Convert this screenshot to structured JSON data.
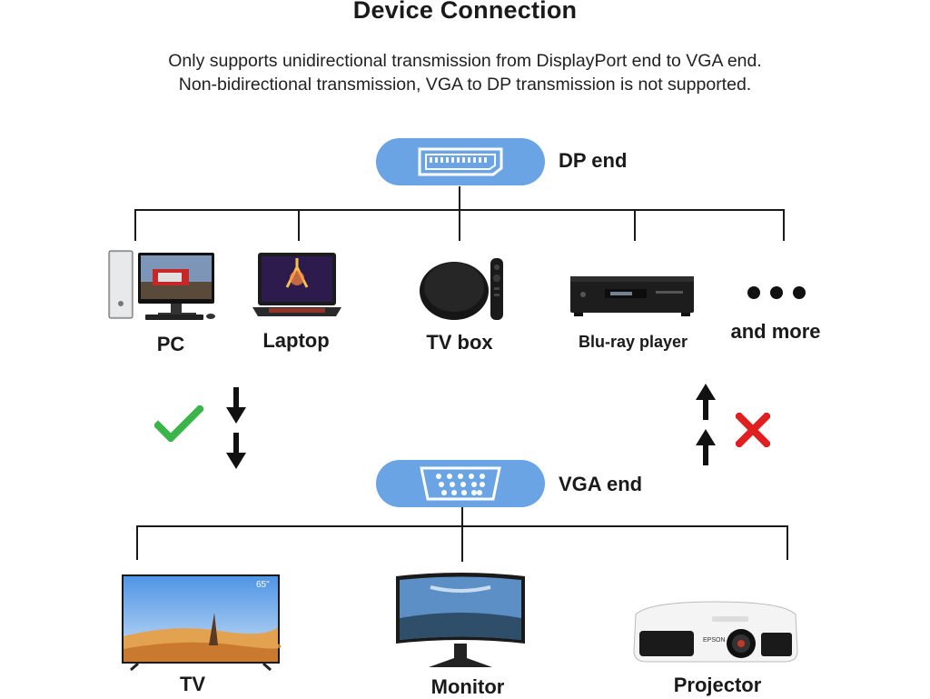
{
  "header": {
    "title": "Device Connection",
    "subtitle_line1": "Only supports unidirectional transmission from DisplayPort end to VGA end.",
    "subtitle_line2": "Non-bidirectional transmission, VGA to DP transmission is not supported."
  },
  "dp_end": {
    "label": "DP end",
    "icon": "displayport-connector-icon"
  },
  "vga_end": {
    "label": "VGA end",
    "icon": "vga-connector-icon"
  },
  "source_devices": [
    {
      "label": "PC",
      "icon": "desktop-pc-icon"
    },
    {
      "label": "Laptop",
      "icon": "laptop-icon"
    },
    {
      "label": "TV box",
      "icon": "tv-box-icon"
    },
    {
      "label": "Blu-ray player",
      "icon": "bluray-player-icon"
    },
    {
      "label": "and more",
      "icon": "more-dots-icon"
    }
  ],
  "target_devices": [
    {
      "label": "TV",
      "icon": "tv-icon",
      "badge": "65\""
    },
    {
      "label": "Monitor",
      "icon": "monitor-icon"
    },
    {
      "label": "Projector",
      "icon": "projector-icon",
      "brand": "EPSON"
    }
  ],
  "direction": {
    "supported": {
      "symbol": "checkmark-icon",
      "color": "#3bb54a",
      "direction": "down"
    },
    "unsupported": {
      "symbol": "cross-icon",
      "color": "#e02020",
      "direction": "up"
    }
  },
  "colors": {
    "connector_pill": "#6aa4e4",
    "line": "#1a1a1a"
  }
}
